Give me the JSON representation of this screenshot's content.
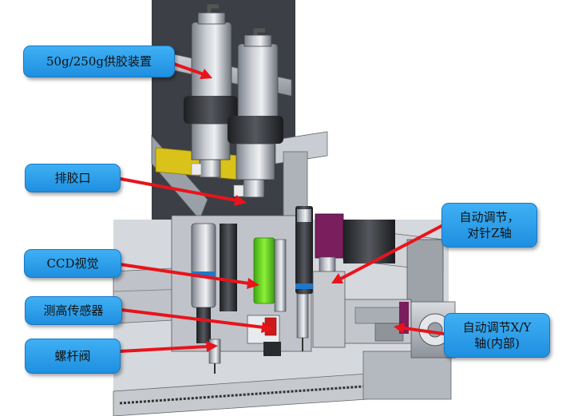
{
  "callouts": {
    "supply": "50g/250g供胶装置",
    "outlet": "排胶口",
    "ccd": "CCD视觉",
    "sensor": "测高传感器",
    "screw_valve": "螺杆阀",
    "z_axis_line1": "自动调节，",
    "z_axis_line2": "对针Z轴",
    "xy_axis_line1": "自动调节X/Y",
    "xy_axis_line2": "轴(内部)"
  },
  "colors": {
    "callout_fill": "#2fa0ea",
    "arrow": "#e8141c",
    "frame_gray": "#b8bcc4",
    "rail_yellow": "#d9c21a",
    "ccd_green": "#6bd620",
    "accent_purple": "#7a1e5e",
    "band_blue": "#1e78c8"
  }
}
